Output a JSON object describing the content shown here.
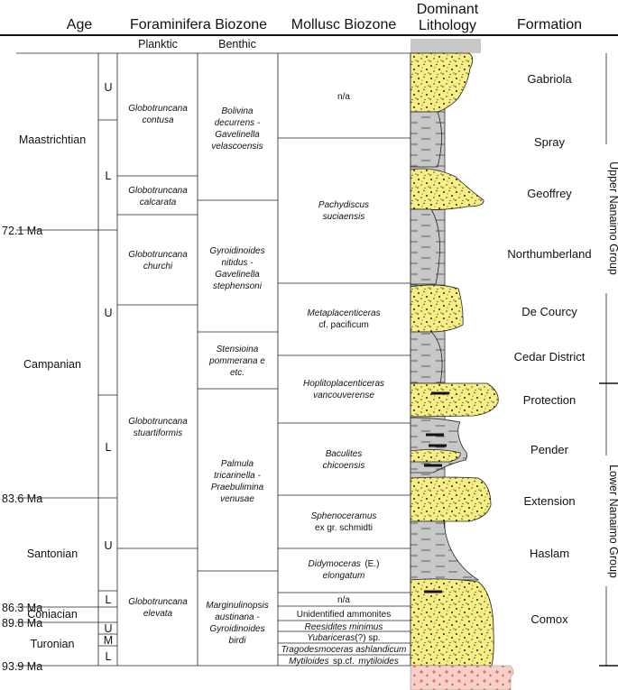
{
  "headers": {
    "age": "Age",
    "foram": "Foraminifera Biozone",
    "mollusc": "Mollusc Biozone",
    "lith1": "Dominant",
    "lith2": "Lithology",
    "formation": "Formation",
    "planktic": "Planktic",
    "benthic": "Benthic"
  },
  "stages": [
    "Maastrichtian",
    "Campanian",
    "Santonian",
    "Coniacian",
    "Turonian"
  ],
  "ages": [
    "72.1 Ma",
    "83.6 Ma",
    "86.3 Ma",
    "89.8 Ma",
    "93.9 Ma"
  ],
  "substages": [
    "U",
    "L",
    "U",
    "L",
    "U",
    "L",
    "U",
    "M",
    "L"
  ],
  "planktic": [
    "Globotruncana",
    "contusa",
    "Globotruncana",
    "calcarata",
    "Globotruncana",
    "churchi",
    "Globotruncana",
    "stuartiformis",
    "Globotruncana",
    "elevata"
  ],
  "benthic": [
    "Bolivina",
    "decurrens -",
    "Gavelinella",
    "velascoensis",
    "Gyroidinoides",
    "nitidus -",
    "Gavelinella",
    "stephensoni",
    "Stensioina",
    "pommerana e",
    "etc.",
    "Palmula",
    "tricarinella -",
    "Praebulimina",
    "venusae",
    "Marginulinopsis",
    "austinana -",
    "Gyroidinoides",
    "birdi"
  ],
  "mollusc": [
    "n/a",
    "Pachydiscus",
    "suciaensis",
    "Metaplacenticeras",
    "cf. pacificum",
    "Hoplitoplacenticeras",
    "vancouverense",
    "Baculites",
    "chicoensis",
    "Sphenoceramus",
    "ex gr. schmidti",
    "Didymoceras",
    "(E.)",
    "elongatum",
    "n/a",
    "Unidentified ammonites",
    "Reesidites minimus",
    "Yubariceras",
    "(?) sp.",
    "Tragodesmoceras ashlandicum",
    "Mytiloides",
    "sp.cf.",
    "mytiloides"
  ],
  "formations": [
    "Gabriola",
    "Spray",
    "Geoffrey",
    "Northumberland",
    "De Courcy",
    "Cedar District",
    "Protection",
    "Pender",
    "Extension",
    "Haslam",
    "Comox"
  ],
  "groups": [
    "Upper Nanaimo Group",
    "Lower Nanaimo Group"
  ],
  "colors": {
    "sandstone": "#f7ee85",
    "shale": "#c8c8c8",
    "basement": "#f6cfc6",
    "line": "#222222"
  }
}
